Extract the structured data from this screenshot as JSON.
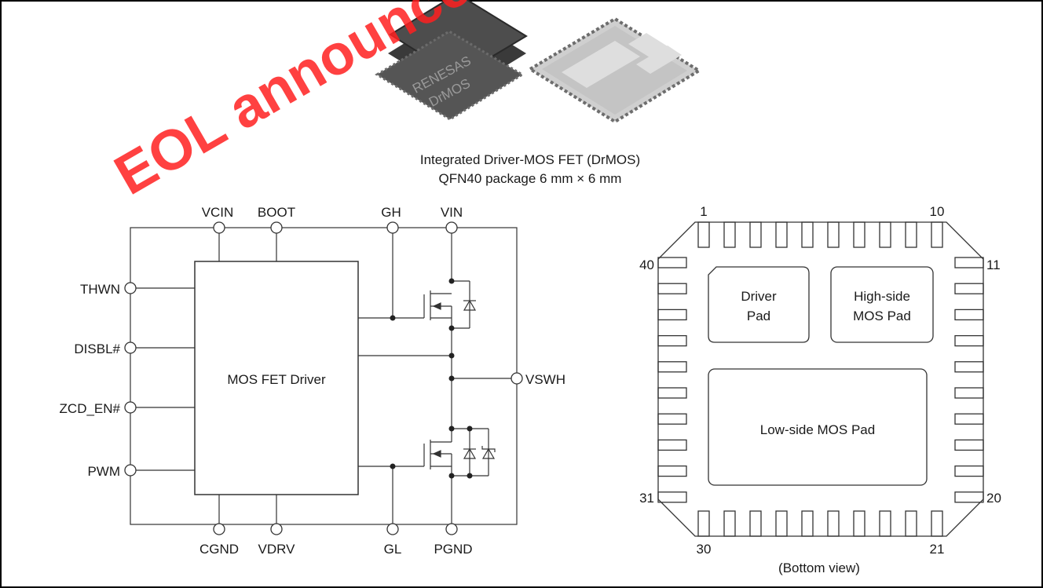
{
  "watermark": "EOL announced",
  "photo": {
    "chip_brand": "RENESAS",
    "chip_model": "DrMOS",
    "caption_line1": "Integrated Driver-MOS FET (DrMOS)",
    "caption_line2": "QFN40 package 6 mm × 6 mm"
  },
  "schematic": {
    "driver_label": "MOS FET Driver",
    "top_pins": [
      "VCIN",
      "BOOT",
      "GH",
      "VIN"
    ],
    "bottom_pins": [
      "CGND",
      "VDRV",
      "GL",
      "PGND"
    ],
    "left_pins": [
      "THWN",
      "DISBL#",
      "ZCD_EN#",
      "PWM"
    ],
    "right_pin": "VSWH"
  },
  "package": {
    "pin_1": "1",
    "pin_10": "10",
    "pin_11": "11",
    "pin_20": "20",
    "pin_21": "21",
    "pin_30": "30",
    "pin_31": "31",
    "pin_40": "40",
    "driver_pad_line1": "Driver",
    "driver_pad_line2": "Pad",
    "hs_pad_line1": "High-side",
    "hs_pad_line2": "MOS Pad",
    "ls_pad": "Low-side MOS Pad",
    "view_label": "(Bottom view)"
  }
}
